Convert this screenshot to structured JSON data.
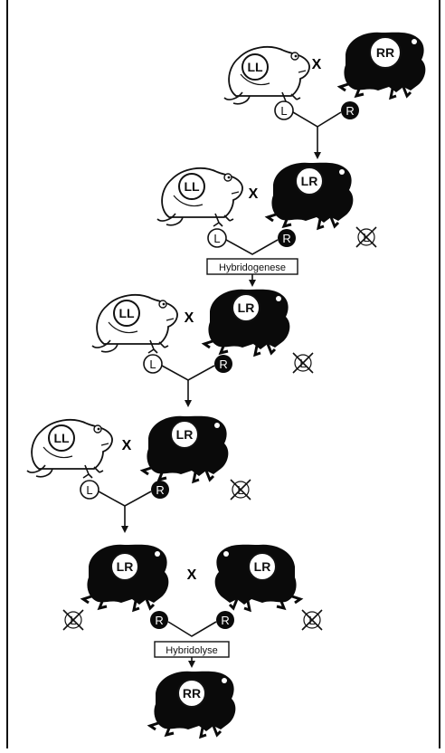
{
  "cross_symbol": "X",
  "genotypes": {
    "LL": "LL",
    "RR": "RR",
    "LR": "LR"
  },
  "gametes": {
    "L": "L",
    "R": "R"
  },
  "processes": {
    "hybridogenese": "Hybridogenese",
    "hybridolyse": "Hybridolyse"
  },
  "colors": {
    "dark_frog": "#0a0a0a",
    "light_frog": "#ffffff",
    "line": "#111111"
  },
  "icons": {
    "frog_light": "light-frog-icon",
    "frog_dark": "dark-frog-icon",
    "eliminated_genome": "crossed-out-genome-icon"
  }
}
